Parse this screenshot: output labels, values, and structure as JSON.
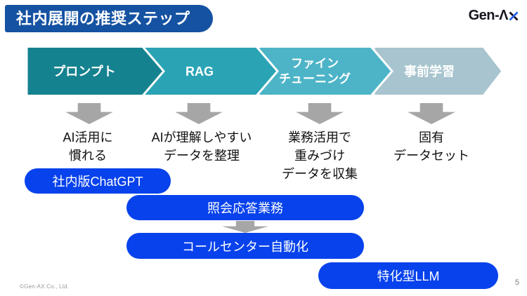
{
  "slide": {
    "title": "社内展開の推奨ステップ",
    "footer_copyright": "©Gen-AX Co., Ltd.",
    "page_number": "5"
  },
  "logo": {
    "prefix": "Gen-Λ",
    "x_letter": "X"
  },
  "colors": {
    "title_bg": "#1552a2",
    "pill_blue": "#0742ec",
    "arrow_gray": "#a6a6a6",
    "logo_blue": "#2b63e8",
    "logo_black": "#16161e"
  },
  "steps": [
    {
      "color": "#15828f",
      "label_lines": [
        "プロンプト"
      ],
      "note_lines": [
        "AI活用に",
        "慣れる"
      ]
    },
    {
      "color": "#2aa4b5",
      "label_lines": [
        "RAG"
      ],
      "note_lines": [
        "AIが理解しやすい",
        "データを整理"
      ]
    },
    {
      "color": "#4db4c8",
      "label_lines": [
        "ファイン",
        "チューニング"
      ],
      "note_lines": [
        "業務活用で",
        "重みづけ",
        "データを収集"
      ]
    },
    {
      "color": "#a7c4cf",
      "label_lines": [
        "事前学習"
      ],
      "note_lines": [
        "固有",
        "データセット"
      ]
    }
  ],
  "pills": [
    {
      "label": "社内版ChatGPT"
    },
    {
      "label": "照会応答業務"
    },
    {
      "label": "コールセンター自動化"
    },
    {
      "label": "特化型LLM"
    }
  ]
}
